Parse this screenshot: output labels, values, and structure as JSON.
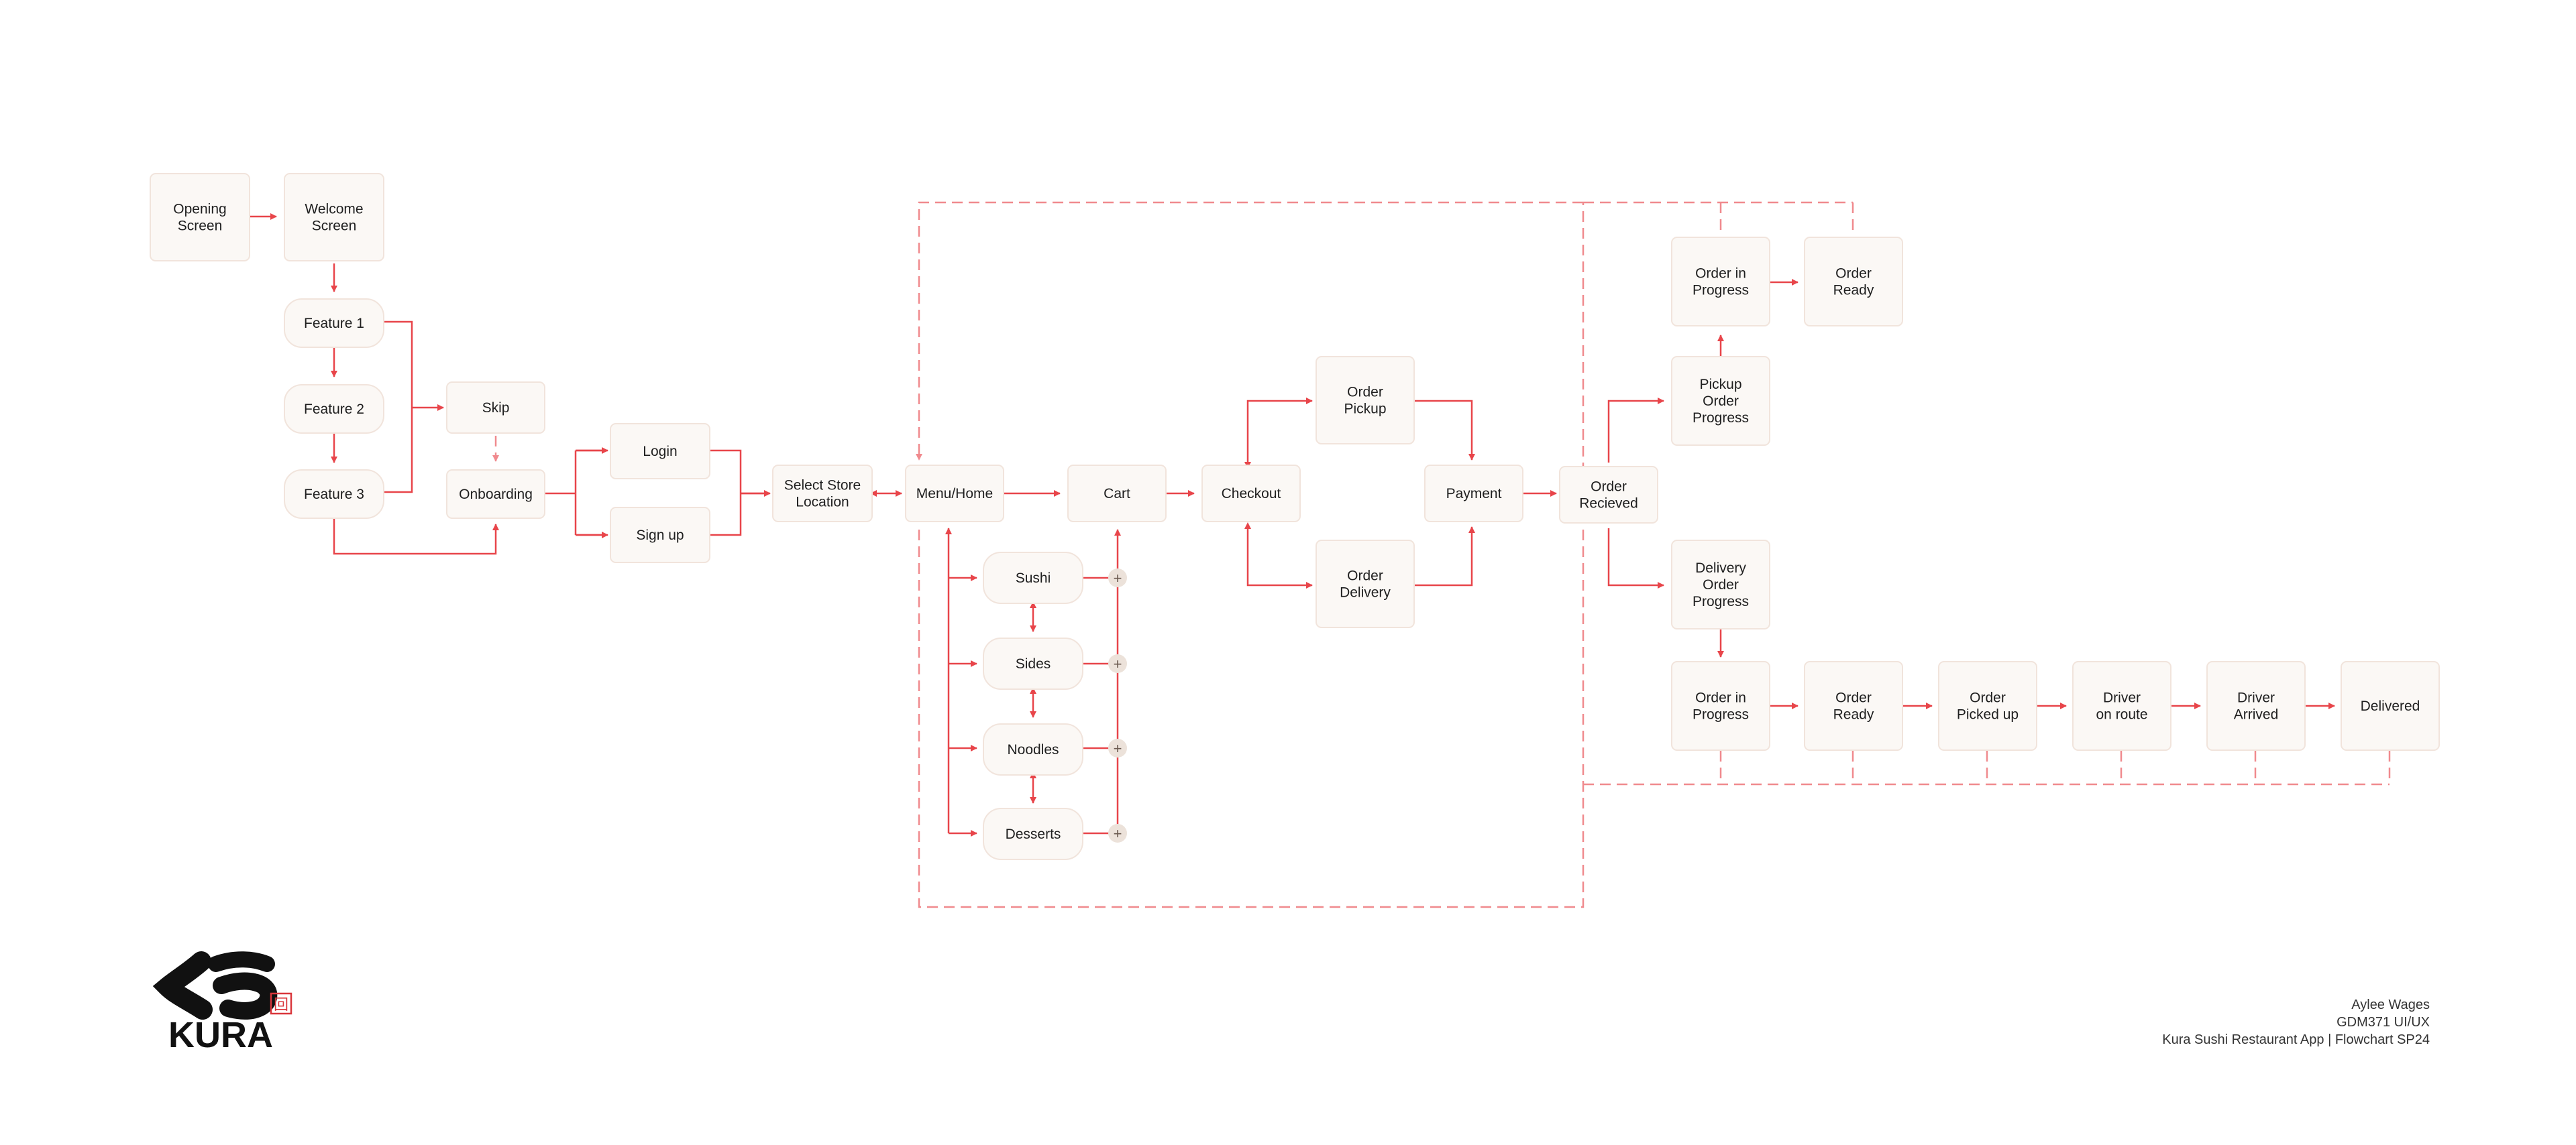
{
  "nodes": {
    "opening_screen": [
      "Opening",
      "Screen"
    ],
    "welcome_screen": [
      "Welcome",
      "Screen"
    ],
    "feature_1": [
      "Feature 1"
    ],
    "feature_2": [
      "Feature 2"
    ],
    "feature_3": [
      "Feature 3"
    ],
    "skip": [
      "Skip"
    ],
    "onboarding": [
      "Onboarding"
    ],
    "login": [
      "Login"
    ],
    "sign_up": [
      "Sign up"
    ],
    "select_store": [
      "Select Store",
      "Location"
    ],
    "menu_home": [
      "Menu/Home"
    ],
    "cart": [
      "Cart"
    ],
    "checkout": [
      "Checkout"
    ],
    "order_pickup": [
      "Order",
      "Pickup"
    ],
    "order_delivery": [
      "Order",
      "Delivery"
    ],
    "payment": [
      "Payment"
    ],
    "order_recieved": [
      "Order",
      "Recieved"
    ],
    "sushi": [
      "Sushi"
    ],
    "sides": [
      "Sides"
    ],
    "noodles": [
      "Noodles"
    ],
    "desserts": [
      "Desserts"
    ],
    "pickup_order_progress": [
      "Pickup",
      "Order",
      "Progress"
    ],
    "pickup_order_in_progress": [
      "Order in",
      "Progress"
    ],
    "pickup_order_ready": [
      "Order",
      "Ready"
    ],
    "delivery_order_progress": [
      "Delivery",
      "Order",
      "Progress"
    ],
    "delivery_order_in_progress": [
      "Order in",
      "Progress"
    ],
    "delivery_order_ready": [
      "Order",
      "Ready"
    ],
    "order_picked_up": [
      "Order",
      "Picked up"
    ],
    "driver_on_route": [
      "Driver",
      "on route"
    ],
    "driver_arrived": [
      "Driver",
      "Arrived"
    ],
    "delivered": [
      "Delivered"
    ]
  },
  "add_symbol": "+",
  "logo": {
    "wordmark": "KURA",
    "seal": "回"
  },
  "credits": {
    "author": "Aylee Wages",
    "course": "GDM371 UI/UX",
    "project": "Kura Sushi Restaurant App  |  Flowchart SP24"
  },
  "colors": {
    "connector": "#e8454a",
    "dashed": "#f08a8e",
    "node_fill": "#fbf8f5",
    "node_stroke": "#f1e4dc",
    "logo": "#111111",
    "seal": "#d9363b"
  }
}
